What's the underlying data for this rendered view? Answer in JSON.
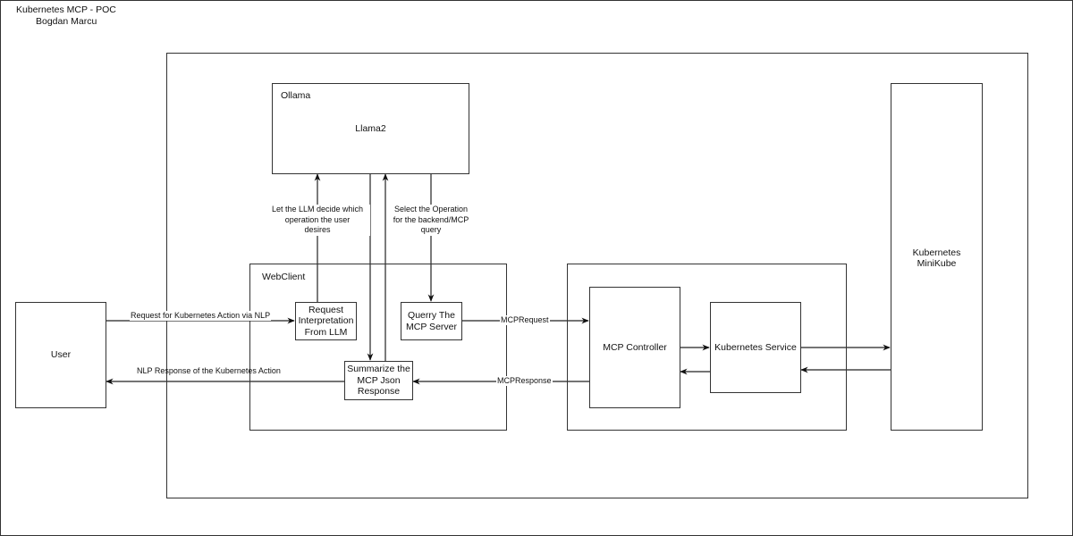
{
  "title": {
    "line1": "Kubernetes MCP - POC",
    "line2": "Bogdan Marcu"
  },
  "nodes": {
    "user": "User",
    "ollama": {
      "header": "Ollama",
      "model": "Llama2"
    },
    "webclient": {
      "header": "WebClient"
    },
    "request_interpretation": [
      "Request",
      "Interpretation",
      "From LLM"
    ],
    "query_mcp": [
      "Querry The",
      "MCP Server"
    ],
    "summarize": [
      "Summarize the",
      "MCP Json",
      "Response"
    ],
    "mcp_controller": "MCP Controller",
    "kubernetes_service": "Kubernetes Service",
    "minikube": [
      "Kubernetes",
      "MiniKube"
    ]
  },
  "edges": {
    "user_request": "Request for Kubernetes Action via NLP",
    "nlp_response": "NLP Response of the Kubernetes Action",
    "llm_decide": [
      "Let the LLM decide which",
      "operation the user",
      "desires"
    ],
    "select_operation": [
      "Select the Operation",
      "for the backend/MCP",
      "query"
    ],
    "mcp_request": "MCPRequest",
    "mcp_response": "MCPResponse"
  },
  "colors": {
    "stroke": "#333333",
    "background": "#ffffff",
    "text": "#111111"
  }
}
